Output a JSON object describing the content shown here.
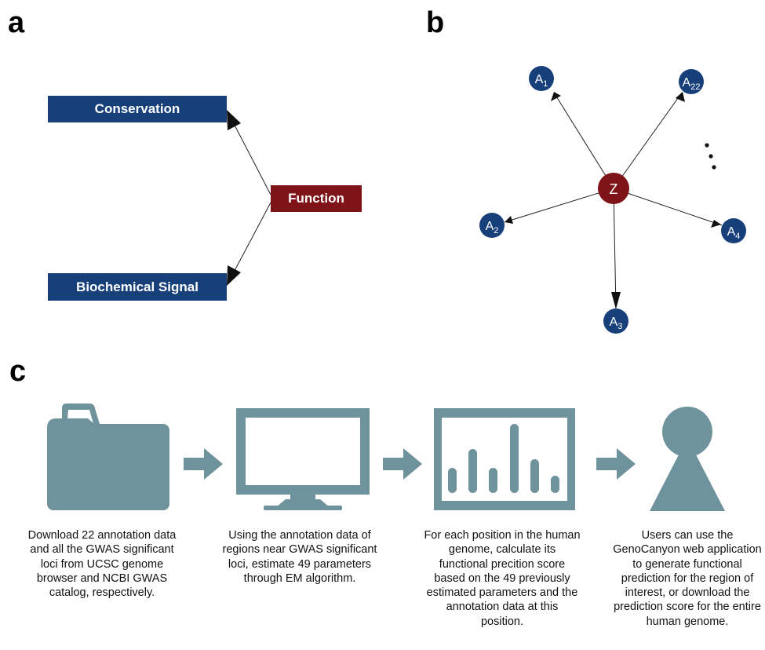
{
  "panels": {
    "a": "a",
    "b": "b",
    "c": "c"
  },
  "panel_a": {
    "conservation": "Conservation",
    "function": "Function",
    "biochemical": "Biochemical Signal"
  },
  "panel_b": {
    "center": "Z",
    "nodes": [
      {
        "base": "A",
        "sub": "1"
      },
      {
        "base": "A",
        "sub": "22"
      },
      {
        "base": "A",
        "sub": "2"
      },
      {
        "base": "A",
        "sub": "4"
      },
      {
        "base": "A",
        "sub": "3"
      }
    ],
    "ellipsis": "⋮"
  },
  "panel_c": {
    "steps": [
      {
        "icon": "folder-icon",
        "text": "Download 22 annotation data and all the GWAS significant loci from UCSC genome browser and NCBI GWAS catalog, respectively."
      },
      {
        "icon": "monitor-icon",
        "text": "Using the annotation data of regions near GWAS significant loci, estimate 49 parameters through EM algorithm."
      },
      {
        "icon": "bar-chart-icon",
        "text": "For each position in the human genome, calculate its functional precition score based on the 49 previously estimated parameters and the annotation data at this position."
      },
      {
        "icon": "user-icon",
        "text": "Users can use the GenoCanyon web application to generate functional prediction for the region of interest, or download the prediction score for the entire human genome."
      }
    ]
  },
  "colors": {
    "navy": "#17407a",
    "dark_red": "#7e1418",
    "icon_gray": "#6f939c"
  }
}
